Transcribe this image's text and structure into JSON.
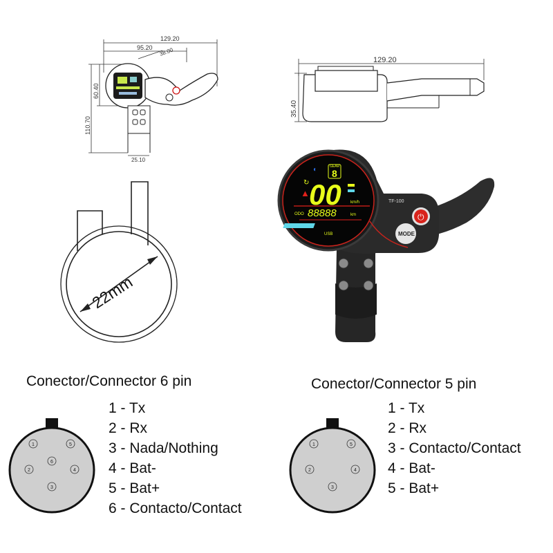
{
  "dimensions": {
    "top_width": "129.20",
    "top_inner": "95.20",
    "top_diag": "38.00",
    "left_height_outer": "110.70",
    "left_height_inner": "60.40",
    "bottom_small": "25.10",
    "side_width": "129.20",
    "side_height": "35.40"
  },
  "clamp": {
    "diameter_label": "22mm"
  },
  "device": {
    "model": "TF-100",
    "gear_label": "GEAR",
    "gear_value": "8",
    "speed_value": "00",
    "speed_unit": "km/h",
    "odo_label": "ODO",
    "odo_value": "88888",
    "odo_unit": "km",
    "usb_label": "USB",
    "mode_button": "MODE"
  },
  "connector6": {
    "title": "Conector/Connector 6 pin",
    "pins": [
      "1 - Tx",
      "2 - Rx",
      "3 - Nada/Nothing",
      "4 - Bat-",
      "5 - Bat+",
      "6 - Contacto/Contact"
    ],
    "pin_numbers": [
      "1",
      "2",
      "3",
      "4",
      "5",
      "6"
    ]
  },
  "connector5": {
    "title": "Conector/Connector 5 pin",
    "pins": [
      "1 - Tx",
      "2 - Rx",
      "3 - Contacto/Contact",
      "4 - Bat-",
      "5 - Bat+"
    ],
    "pin_numbers": [
      "1",
      "2",
      "3",
      "4",
      "5"
    ]
  },
  "colors": {
    "lcd_yellow": "#e8ff1a",
    "lcd_red": "#e0201a",
    "lcd_cyan": "#5fd6e8",
    "device_body": "#2a2a2a",
    "connector_gray": "#cfcfcf"
  }
}
